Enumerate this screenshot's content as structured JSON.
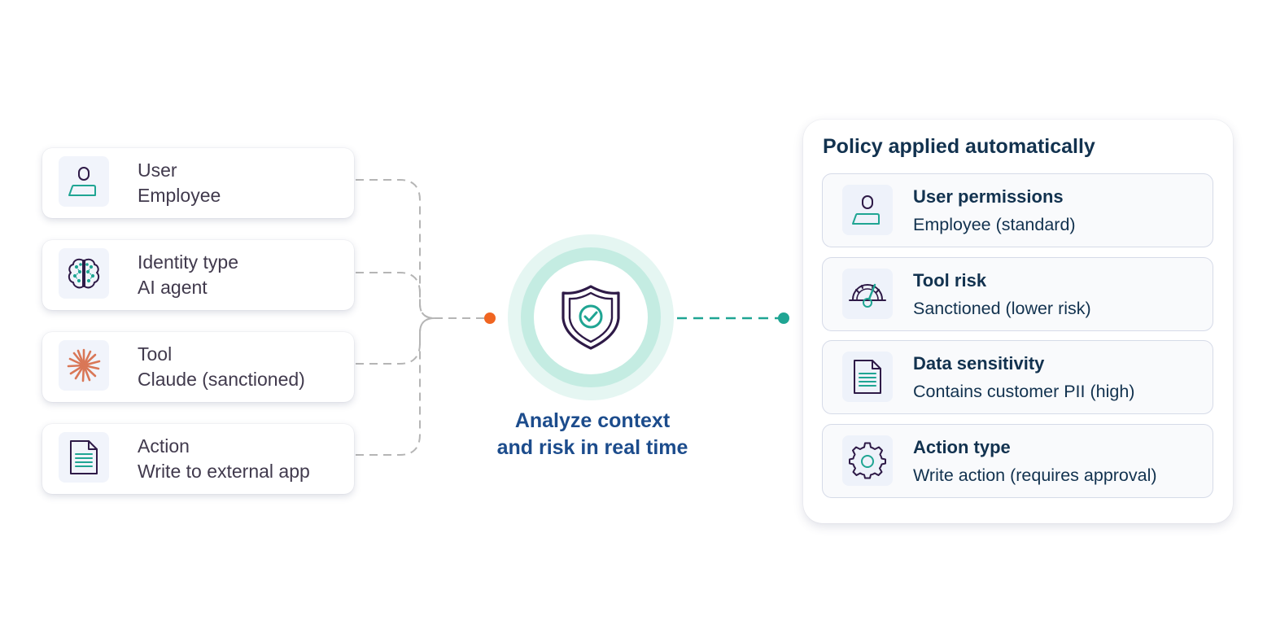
{
  "inputs": [
    {
      "label": "User",
      "value": "Employee",
      "icon": "user-icon"
    },
    {
      "label": "Identity type",
      "value": "AI agent",
      "icon": "brain-icon"
    },
    {
      "label": "Tool",
      "value": "Claude (sanctioned)",
      "icon": "claude-starburst-icon"
    },
    {
      "label": "Action",
      "value": "Write to external app",
      "icon": "document-icon"
    }
  ],
  "center": {
    "line1": "Analyze context",
    "line2": "and risk in real time",
    "icon": "shield-check-icon"
  },
  "policy": {
    "title": "Policy applied automatically",
    "items": [
      {
        "label": "User permissions",
        "value": "Employee (standard)",
        "icon": "user-icon"
      },
      {
        "label": "Tool risk",
        "value": "Sanctioned (lower risk)",
        "icon": "gauge-icon"
      },
      {
        "label": "Data sensitivity",
        "value": "Contains customer PII (high)",
        "icon": "document-icon"
      },
      {
        "label": "Action type",
        "value": "Write action (requires approval)",
        "icon": "gear-icon"
      }
    ]
  },
  "colors": {
    "dark_purple": "#2e1a47",
    "teal": "#1fa593",
    "orange": "#f06521",
    "starburst": "#d97757",
    "center_text": "#1c4c8c",
    "panel_text": "#12324f",
    "dash_grey": "#b5b5b5"
  }
}
